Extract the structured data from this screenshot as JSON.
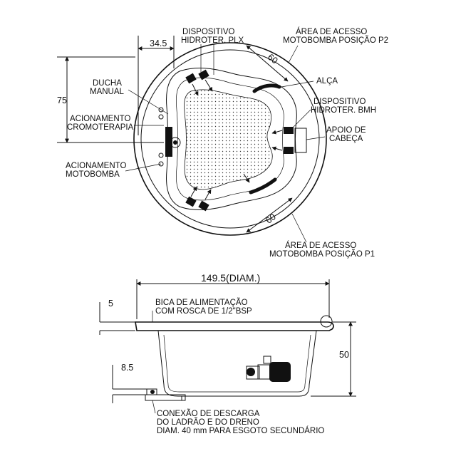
{
  "top_view": {
    "labels": {
      "dispositivo_plx": [
        "DISPOSITIVO",
        "HIDROTER. PLX"
      ],
      "area_p2": [
        "ÁREA DE ACESSO",
        "MOTOBOMBA POSIÇÃO P2"
      ],
      "ducha": [
        "DUCHA",
        "MANUAL"
      ],
      "alca": [
        "ALÇA"
      ],
      "dispositivo_bmh": [
        "DISPOSITIVO",
        "HIDROTER. BMH"
      ],
      "cromoterapia": [
        "ACIONAMENTO",
        "CROMOTERAPIA"
      ],
      "apoio": [
        "APOIO DE",
        "CABEÇA"
      ],
      "motobomba": [
        "ACIONAMENTO",
        "MOTOBOMBA"
      ],
      "area_p1": [
        "ÁREA DE ACESSO",
        "MOTOBOMBA POSIÇÃO P1"
      ]
    },
    "dims": {
      "d345": "34.5",
      "d75": "75",
      "d60_top": "60",
      "d60_bottom": "60"
    }
  },
  "side_view": {
    "labels": {
      "bica": [
        "BICA DE ALIMENTAÇÃO",
        "COM ROSCA DE 1/2\"BSP"
      ],
      "conexao": [
        "CONEXÃO DE DESCARGA",
        "DO LADRÃO E DO DRENO",
        "DIAM. 40 mm PARA ESGOTO SECUNDÁRIO"
      ]
    },
    "dims": {
      "diam": "149.5(DIAM.)",
      "d5": "5",
      "d50": "50",
      "d85": "8.5"
    }
  }
}
